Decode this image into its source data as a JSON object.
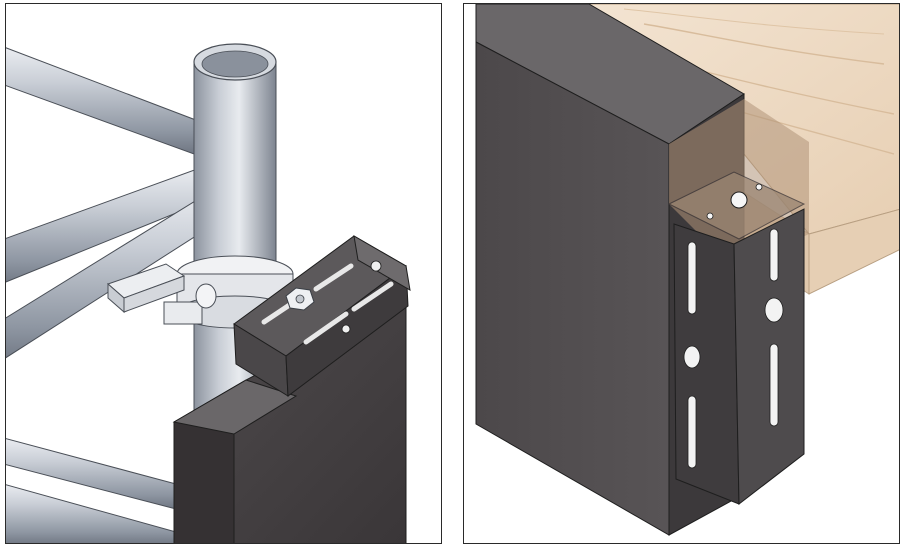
{
  "figure": {
    "panels": [
      {
        "id": "left",
        "view": "pole-mount",
        "parts": [
          "scaffold-tube",
          "diagonal-braces",
          "swivel-coupler",
          "slotted-u-bracket",
          "hex-nut",
          "dark-panel"
        ]
      },
      {
        "id": "right",
        "view": "timber-mount",
        "parts": [
          "dark-panel",
          "slotted-u-bracket",
          "timber-beam"
        ]
      }
    ]
  },
  "colors": {
    "metal_light": "#e6e9ee",
    "metal_mid": "#b4bac4",
    "metal_dark": "#7c838f",
    "panel_face": "#4a4648",
    "panel_side": "#2f2c2e",
    "panel_top": "#6a6769",
    "bracket": "#5a5759",
    "wood_light": "#f1dfcb",
    "wood_mid": "#e2c8aa",
    "outline": "#1e1e1e"
  }
}
